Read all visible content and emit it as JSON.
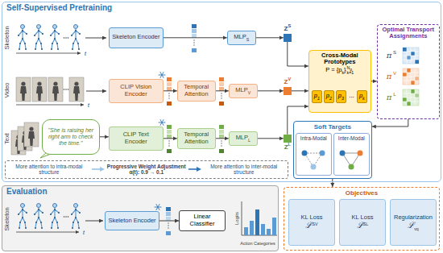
{
  "diagram": {
    "nodes": [
      {
        "text": [
          "Self-Supervised Pretraining"
        ]
      },
      {
        "text": [
          "Skeleton Encoder"
        ],
        "in": 0
      },
      {
        "text": [
          "MLP",
          "S"
        ],
        "in": 0
      },
      {
        "text": [
          "Z",
          "S"
        ],
        "in": 0
      },
      {
        "text": [
          "CLIP Vision Encoder"
        ],
        "in": 0
      },
      {
        "text": [
          "Temporal Attention"
        ],
        "in": 0
      },
      {
        "text": [
          "MLP",
          "V"
        ],
        "in": 0
      },
      {
        "text": [
          "Z",
          "V"
        ],
        "in": 0
      },
      {
        "text": [
          "\"She is raising her right arm to check the time.\""
        ],
        "in": 0
      },
      {
        "text": [
          "CLIP Text Encoder"
        ],
        "in": 0
      },
      {
        "text": [
          "Temporal Attention"
        ],
        "in": 0
      },
      {
        "text": [
          "MLP",
          "L"
        ],
        "in": 0
      },
      {
        "text": [
          "Z",
          "L"
        ],
        "in": 0
      },
      {
        "text": [
          "Cross-Modal Prototypes",
          "P = {p",
          "k",
          "}",
          "N",
          "p",
          "k=1"
        ],
        "in": 0
      },
      {
        "text": [
          "p",
          "1"
        ],
        "in": 13
      },
      {
        "text": [
          "p",
          "2"
        ],
        "in": 13
      },
      {
        "text": [
          "p",
          "3"
        ],
        "in": 13
      },
      {
        "text": [
          "p",
          "k"
        ],
        "in": 13
      },
      {
        "text": [
          "Optimal Transport Assignments"
        ],
        "in": 0
      },
      {
        "text": [
          "More attention to intra-modal structure",
          "Progressive Weight Adjustment",
          "α(t): 0.9 → 0.1",
          "More attention to inter-modal structure"
        ],
        "in": 0
      },
      {
        "text": [
          "Soft Targets"
        ],
        "in": 0
      },
      {
        "text": [
          "Intra-Modal"
        ],
        "in": 20
      },
      {
        "text": [
          "Inter-Modal"
        ],
        "in": 20
      },
      {
        "text": [
          "Objectives"
        ]
      },
      {
        "text": [
          "KL Loss",
          "ℒ",
          "SV"
        ],
        "in": 23
      },
      {
        "text": [
          "KL Loss",
          "ℒ",
          "SL"
        ],
        "in": 23
      },
      {
        "text": [
          "Regularization",
          "ℒ",
          "vq"
        ],
        "in": 23
      },
      {
        "text": [
          "Evaluation"
        ]
      },
      {
        "text": [
          "Skeleton Encoder"
        ],
        "in": 27
      },
      {
        "text": [
          "Linear Classifier"
        ],
        "in": 27
      }
    ],
    "edges": [
      {
        "from": 1,
        "to": 2,
        "arrow": "to"
      },
      {
        "from": 2,
        "to": 3,
        "arrow": "to"
      },
      {
        "from": 4,
        "to": 5,
        "arrow": "to"
      },
      {
        "from": 5,
        "to": 6,
        "arrow": "to"
      },
      {
        "from": 6,
        "to": 7,
        "arrow": "to"
      },
      {
        "from": 8,
        "to": 9,
        "arrow": "to"
      },
      {
        "from": 9,
        "to": 10,
        "arrow": "to"
      },
      {
        "from": 10,
        "to": 11,
        "arrow": "to"
      },
      {
        "from": 11,
        "to": 12,
        "arrow": "to"
      },
      {
        "from": 3,
        "to": 13,
        "arrow": "to"
      },
      {
        "from": 7,
        "to": 13,
        "arrow": "to"
      },
      {
        "from": 12,
        "to": 13,
        "arrow": "to"
      },
      {
        "from": 13,
        "to": 18,
        "arrow": "to"
      },
      {
        "from": 18,
        "to": 20,
        "arrow": "to"
      },
      {
        "from": 20,
        "to": 23,
        "arrow": "to"
      },
      {
        "from": 28,
        "to": 29,
        "arrow": "to"
      }
    ],
    "labels": [
      "Skeleton",
      "t",
      "Video",
      "t",
      "Text",
      "...",
      "π",
      "S",
      "π",
      "V",
      "π",
      "L",
      "Skeleton",
      "t",
      "Logits",
      "Action Categories"
    ]
  }
}
